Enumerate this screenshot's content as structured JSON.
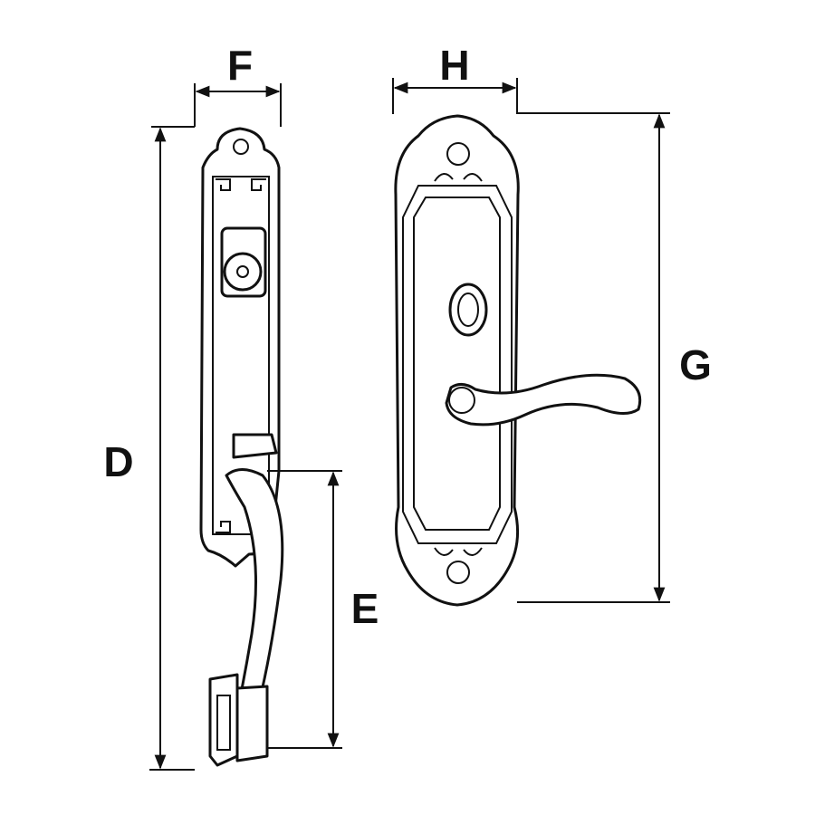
{
  "diagram": {
    "labels": {
      "F": "F",
      "H": "H",
      "G": "G",
      "D": "D",
      "E": "E"
    }
  }
}
